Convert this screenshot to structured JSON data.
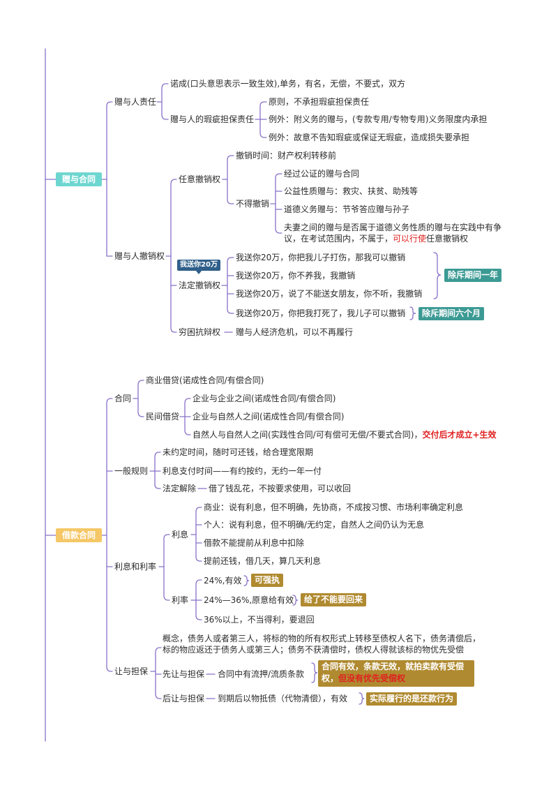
{
  "colors": {
    "line": "#8870c8",
    "teal_root": "#6ed6d0",
    "gold_root": "#f5c766",
    "teal_tag": "#3c9a94",
    "gold_tag": "#b08a30",
    "callout": "#2f5f8a",
    "highlight": "#e02020"
  },
  "gift": {
    "root": "赠与合同",
    "liability": {
      "label": "赠与人责任",
      "n1": "诺成(口头意思表示一致生效),单务，有名，无偿，不要式，双方",
      "defect": {
        "label": "赠与人的瑕疵担保责任",
        "i1": "原则，不承担瑕疵担保责任",
        "i2": "例外：附义务的赠与，(专款专用/专物专用)义务限度内承担",
        "i3": "例外：故意不告知瑕疵或保证无瑕疵，造成损失要承担"
      }
    },
    "revoke": {
      "label": "赠与人撤销权",
      "arbitrary": {
        "label": "任意撤销权",
        "time": "撤销时间：财产权利转移前",
        "no": {
          "label": "不得撤销",
          "i1": "经过公证的赠与合同",
          "i2": "公益性质赠与：救灾、扶贫、助残等",
          "i3": "道德义务赠与：节爷答应赠与孙子",
          "i4a": "夫妻之间的赠与是否属于道德义务性质的赠与在实践中有争",
          "i4b": "议，在考试范围内，不属于，",
          "i4c": "可以行使",
          "i4d": "任意撤销权"
        }
      },
      "legal": {
        "label": "法定撤销权",
        "callout": "我送你20万",
        "i1": "我送你20万，你把我儿子打伤，那我可以撤销",
        "i2": "我送你20万，你不养我，我撤销",
        "i3": "我送你20万，说了不能送女朋友，你不听，我撤销",
        "i4": "我送你20万，你把我打死了，我儿子可以撤销",
        "tag1": "除斥期间一年",
        "tag2": "除斥期间六个月"
      },
      "poverty": {
        "label": "穷困抗辩权",
        "text": "赠与人经济危机，可以不再履行"
      }
    }
  },
  "loan": {
    "root": "借款合同",
    "contract": {
      "label": "合同",
      "commercial": "商业借贷(诺成性合同/有偿合同)",
      "private": {
        "label": "民间借贷",
        "i1": "企业与企业之间(诺成性合同/有偿合同)",
        "i2": "企业与自然人之间(诺成性合同/有偿合同)",
        "i3": "自然人与自然人之间(实践性合同/可有偿可无偿/不要式合同)，",
        "i3r": "交付后才成立+生效"
      }
    },
    "rules": {
      "label": "一般规则",
      "i1": "未约定时间，随时可还钱，给合理宽限期",
      "i2": "利息支付时间——有约按约，无约一年一付",
      "i3": "法定解除",
      "i3t": "借了钱乱花，不按要求使用，可以收回"
    },
    "interest": {
      "label": "利息和利率",
      "lixi": {
        "label": "利息",
        "i1": "商业：说有利息，但不明确，先协商，不成按习惯、市场利率确定利息",
        "i2": "个人：说有利息，但不明确/无约定，自然人之间仍认为无息",
        "i3": "借款不能提前从利息中扣除",
        "i4": "提前还钱，借几天，算几天利息"
      },
      "rate": {
        "label": "利率",
        "i1": "24%,有效",
        "tag1": "可强执",
        "i2": "24%—36%,原意给有效",
        "tag2": "给了不能要回来",
        "i3": "36%以上，不当得利，要退回"
      }
    },
    "transfer": {
      "label": "让与担保",
      "concept1": "概念，债务人或者第三人，将标的物的所有权形式上转移至债权人名下，债务清偿后，",
      "concept2": "标的物应返还于债务人或第三人；债务不获清偿时，债权人得就该标的物优先受偿",
      "first": {
        "label": "先让与担保",
        "text": "合同中有流押/流质条款",
        "tag1": "合同有效，条款无效，就拍卖款有受偿",
        "tag2a": "权，",
        "tag2b": "但没有优先受偿权"
      },
      "later": {
        "label": "后让与担保",
        "text": "到期后以物抵债（代物清偿），有效",
        "tag": "实际履行的是还款行为"
      }
    }
  }
}
